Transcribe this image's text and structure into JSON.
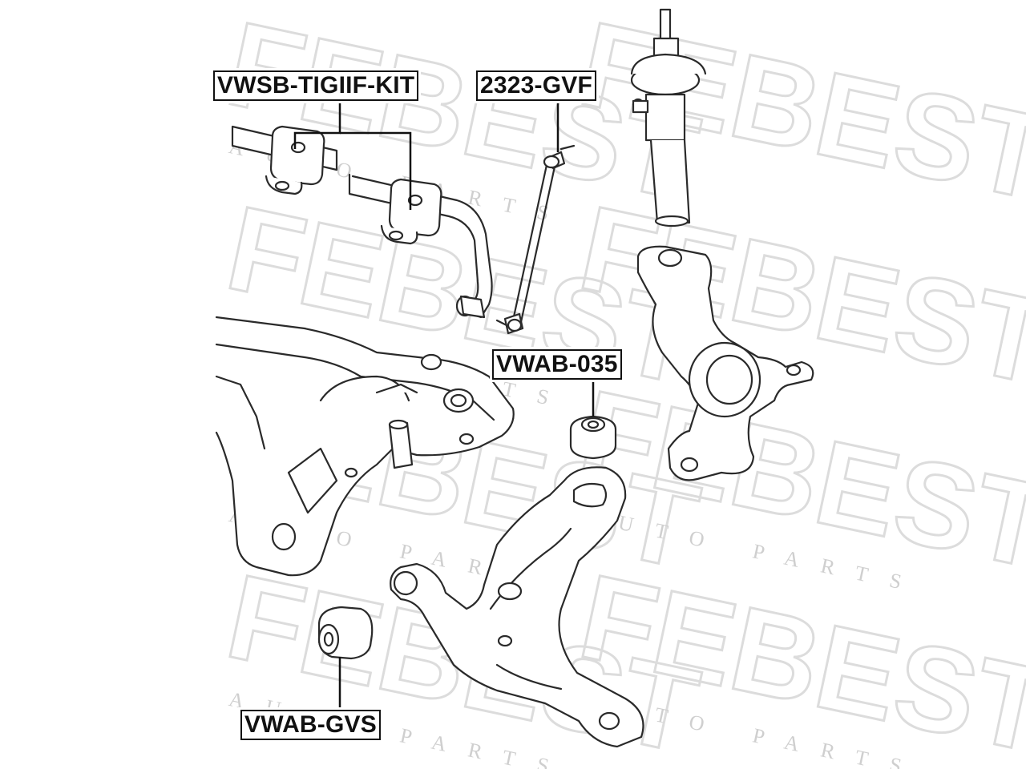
{
  "diagram": {
    "callouts": [
      {
        "id": "stabilizer-bushing-kit",
        "text": "VWSB-TIGIIF-KIT"
      },
      {
        "id": "stabilizer-link",
        "text": "2323-GVF"
      },
      {
        "id": "arm-bushing-rear",
        "text": "VWAB-035"
      },
      {
        "id": "arm-bushing-front",
        "text": "VWAB-GVS"
      }
    ],
    "watermark": {
      "brand": "FEBEST",
      "tagline": "AUTO PARTS"
    },
    "colors": {
      "line": "#2a2a2a",
      "watermark": "#dddddd",
      "background": "#ffffff"
    }
  }
}
